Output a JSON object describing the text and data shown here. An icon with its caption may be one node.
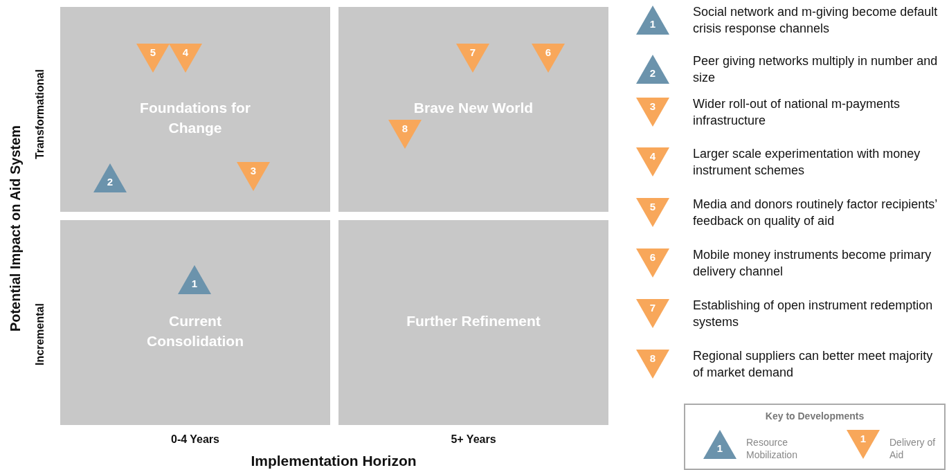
{
  "diagram": {
    "nodes": [
      {
        "text": [
          "Foundations for Change"
        ]
      },
      {
        "text": [
          "5"
        ],
        "in": 0
      },
      {
        "text": [
          "4"
        ],
        "in": 0
      },
      {
        "text": [
          "2"
        ],
        "in": 0
      },
      {
        "text": [
          "3"
        ],
        "in": 0
      },
      {
        "text": [
          "Brave New World"
        ]
      },
      {
        "text": [
          "7"
        ],
        "in": 5
      },
      {
        "text": [
          "6"
        ],
        "in": 5
      },
      {
        "text": [
          "8"
        ],
        "in": 5
      },
      {
        "text": [
          "Current Consolidation"
        ]
      },
      {
        "text": [
          "1"
        ],
        "in": 9
      },
      {
        "text": [
          "Further Refinement"
        ]
      },
      {
        "text": [
          "1"
        ],
        "beside": [
          "Social network and m-giving become default crisis response channels"
        ]
      },
      {
        "text": [
          "2"
        ],
        "beside": [
          "Peer giving networks multiply in number and size"
        ]
      },
      {
        "text": [
          "3"
        ],
        "beside": [
          "Wider roll-out of national m-payments infrastructure"
        ]
      },
      {
        "text": [
          "4"
        ],
        "beside": [
          "Larger scale experimentation with money instrument schemes"
        ]
      },
      {
        "text": [
          "5"
        ],
        "beside": [
          "Media and donors routinely factor recipients’ feedback on quality of aid"
        ]
      },
      {
        "text": [
          "6"
        ],
        "beside": [
          "Mobile money instruments become primary delivery channel"
        ]
      },
      {
        "text": [
          "7"
        ],
        "beside": [
          "Establishing of open instrument redemption systems"
        ]
      },
      {
        "text": [
          "8"
        ],
        "beside": [
          "Regional suppliers can better meet majority of market demand"
        ]
      },
      {
        "text": [
          "Key to Developments"
        ]
      },
      {
        "text": [
          "1"
        ],
        "in": 20,
        "beside": [
          "Resource Mobilization"
        ]
      },
      {
        "text": [
          "1"
        ],
        "in": 20,
        "beside": [
          "Delivery of Aid"
        ]
      }
    ],
    "labels": [
      "Potential Impact on Aid System",
      "Transformational",
      "Incremental",
      "0-4 Years",
      "5+ Years",
      "Implementation Horizon"
    ]
  }
}
